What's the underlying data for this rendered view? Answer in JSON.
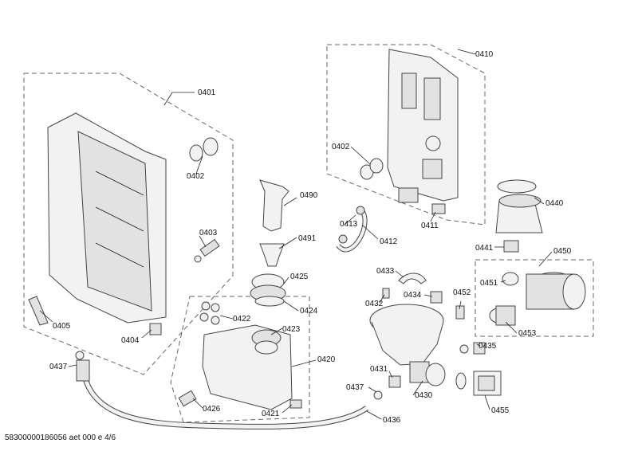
{
  "footer_text": "58300000186056 aet 000 e 4/6",
  "labels": {
    "l0401": "0401",
    "l0402a": "0402",
    "l0402b": "0402",
    "l0403": "0403",
    "l0404": "0404",
    "l0405": "0405",
    "l0410": "0410",
    "l0411": "0411",
    "l0412": "0412",
    "l0413": "0413",
    "l0420": "0420",
    "l0421": "0421",
    "l0422": "0422",
    "l0423": "0423",
    "l0424": "0424",
    "l0425": "0425",
    "l0426": "0426",
    "l0430": "0430",
    "l0431": "0431",
    "l0432": "0432",
    "l0433": "0433",
    "l0434": "0434",
    "l0435": "0435",
    "l0436": "0436",
    "l0437a": "0437",
    "l0437b": "0437",
    "l0440": "0440",
    "l0441": "0441",
    "l0450": "0450",
    "l0451": "0451",
    "l0452": "0452",
    "l0453": "0453",
    "l0455": "0455",
    "l0490": "0490",
    "l0491": "0491"
  }
}
